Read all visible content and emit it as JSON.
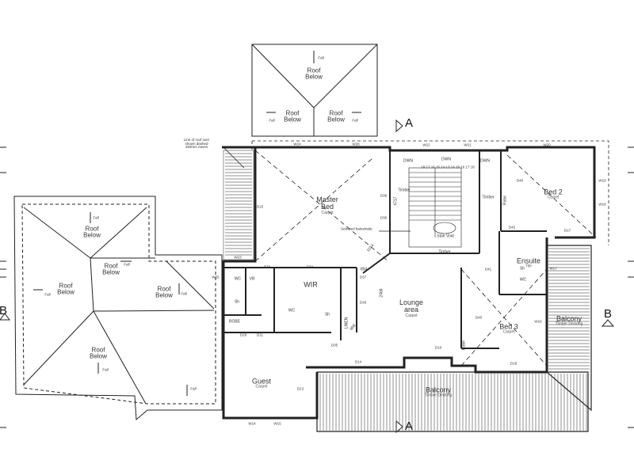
{
  "sections": {
    "a_top": "A",
    "a_bottom": "A",
    "b_left": "B",
    "b_right": "B"
  },
  "roof": {
    "top": {
      "label": "Roof\nBelow",
      "fall": "Fall"
    },
    "left": {
      "label": "Roof\nBelow",
      "fall": "Fall"
    }
  },
  "notes": {
    "eaves": "Line of roof over\nshown dashed\n450mm eaves",
    "balustrade": "Selected balustrade"
  },
  "rooms": {
    "master_bed": {
      "name": "Master\nBed",
      "finish": "Carpet"
    },
    "bed2": {
      "name": "Bed 2",
      "finish": "Carpet"
    },
    "bed3": {
      "name": "Bed 3",
      "finish": "Carpet"
    },
    "lounge": {
      "name": "Lounge\narea",
      "finish": "Carpet"
    },
    "guest": {
      "name": "Guest",
      "finish": "Carpet"
    },
    "balcony_south": {
      "name": "Balcony",
      "finish": "Timber Decking"
    },
    "balcony_east": {
      "name": "Balcony",
      "finish": "Timber Decking"
    },
    "ensuite": {
      "name": "Ensuite",
      "finish": "Tile"
    },
    "wir": {
      "name": "WIR"
    },
    "stair_void": {
      "name": "Stair Void"
    },
    "linen": {
      "name": "LINEN"
    },
    "robe": {
      "name": "ROBE"
    },
    "robe2": {
      "name": "Robe"
    },
    "robe3": {
      "name": "Robe"
    }
  },
  "labels": {
    "timber": "Timber",
    "dwn": "DWN",
    "sh": "Sh",
    "wc": "WC",
    "vb": "VB",
    "dims": {
      "d4717": "4717",
      "d2468": "2468",
      "d1074": "1074",
      "d894": "894",
      "d868": "868"
    },
    "windows": {
      "w24": "W24",
      "w28": "W28",
      "w22": "W22",
      "w21": "W21",
      "w20": "W20",
      "w18": "W18",
      "w19": "W19",
      "w17": "W17",
      "w16": "W16",
      "w14": "W14",
      "w15": "W15",
      "w23": "W23",
      "w25": "W25"
    },
    "doors": {
      "d39": "D39",
      "d38": "D38",
      "d15": "D15",
      "d40": "D40",
      "d42": "D42",
      "d17": "D17",
      "d41": "D41",
      "d34": "D34",
      "d37": "D37",
      "d36": "D36",
      "d35": "D35",
      "d45": "D45",
      "d33": "D33",
      "d11": "D11",
      "d28": "D28",
      "d13": "D13",
      "d14": "D14",
      "d16": "D16",
      "d18": "D18"
    },
    "treads": [
      "12",
      "11",
      "10",
      "9",
      "8",
      "7",
      "6",
      "5",
      "4",
      "3",
      "2",
      "1"
    ],
    "treads_top": "18 17 16 15 14    13 14 15 16 17 18"
  }
}
